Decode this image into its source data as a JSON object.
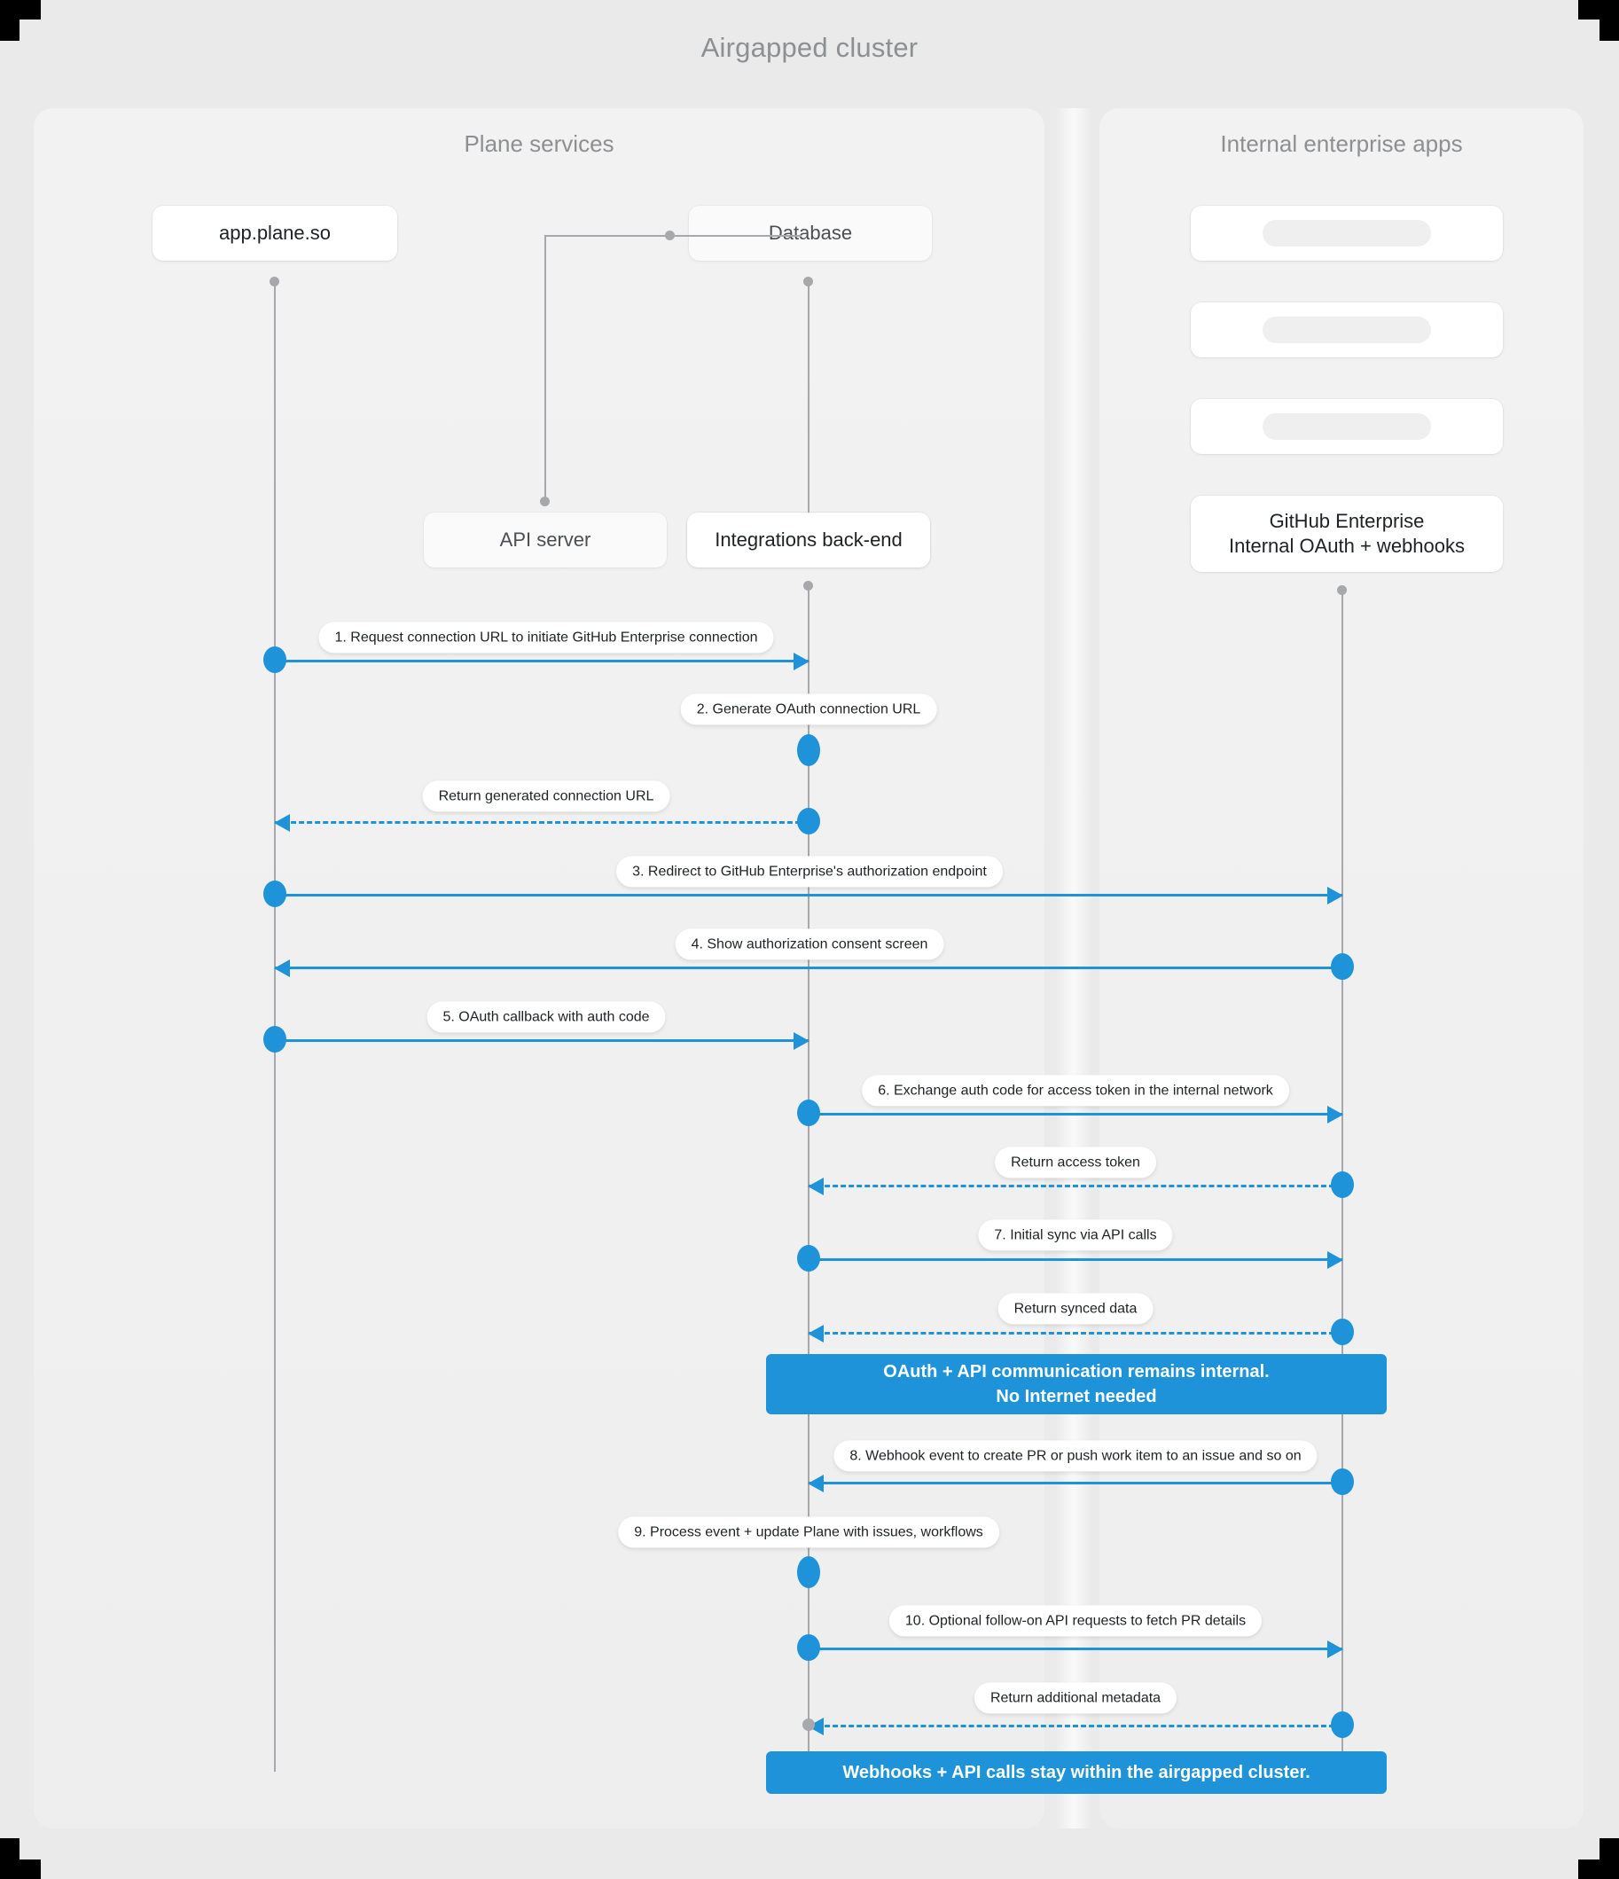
{
  "title": "Airgapped cluster",
  "groups": {
    "left": {
      "title": "Plane services"
    },
    "right": {
      "title": "Internal enterprise apps"
    }
  },
  "participants": {
    "app": "app.plane.so",
    "database": "Database",
    "api_server": "API server",
    "integrations": "Integrations back-end",
    "github": "GitHub Enterprise\nInternal OAuth + webhooks",
    "github_line1": "GitHub Enterprise",
    "github_line2": "Internal OAuth + webhooks",
    "placeholder1": "",
    "placeholder2": "",
    "placeholder3": ""
  },
  "messages": [
    {
      "n": 1,
      "label": "1. Request connection URL to initiate GitHub Enterprise connection",
      "from": "app",
      "to": "integrations",
      "style": "solid"
    },
    {
      "n": 2,
      "label": "2. Generate OAuth connection URL",
      "from": "integrations",
      "to": "integrations",
      "style": "self"
    },
    {
      "n": 3,
      "label": "Return generated connection URL",
      "from": "integrations",
      "to": "app",
      "style": "dashed"
    },
    {
      "n": 4,
      "label": "3. Redirect to GitHub Enterprise's authorization endpoint",
      "from": "app",
      "to": "github",
      "style": "solid"
    },
    {
      "n": 5,
      "label": "4. Show authorization consent screen",
      "from": "github",
      "to": "app",
      "style": "solid"
    },
    {
      "n": 6,
      "label": "5. OAuth callback with auth code",
      "from": "app",
      "to": "integrations",
      "style": "solid"
    },
    {
      "n": 7,
      "label": "6. Exchange auth code for access token in the internal network",
      "from": "integrations",
      "to": "github",
      "style": "solid"
    },
    {
      "n": 8,
      "label": "Return access token",
      "from": "github",
      "to": "integrations",
      "style": "dashed"
    },
    {
      "n": 9,
      "label": "7. Initial sync via API calls",
      "from": "integrations",
      "to": "github",
      "style": "solid"
    },
    {
      "n": 10,
      "label": "Return synced data",
      "from": "github",
      "to": "integrations",
      "style": "dashed"
    },
    {
      "n": 11,
      "label": "8. Webhook event to create PR  or push work item to an issue  and so on",
      "from": "github",
      "to": "integrations",
      "style": "solid"
    },
    {
      "n": 12,
      "label": "9. Process event + update Plane with issues, workflows",
      "from": "integrations",
      "to": "integrations",
      "style": "self"
    },
    {
      "n": 13,
      "label": "10. Optional follow-on API requests to fetch PR details",
      "from": "integrations",
      "to": "github",
      "style": "solid"
    },
    {
      "n": 14,
      "label": "Return additional metadata",
      "from": "github",
      "to": "integrations",
      "style": "dashed"
    }
  ],
  "notes": [
    {
      "line1": "OAuth + API communication remains internal.",
      "line2": "No Internet needed"
    },
    {
      "line1": "Webhooks + API calls stay within the airgapped cluster.",
      "line2": ""
    }
  ],
  "colors": {
    "accent": "#1f93d9",
    "background": "#eaeaea",
    "panel": "#f1f1f1",
    "lifeline": "#a6a8ab",
    "title_text": "#8d8f92"
  }
}
